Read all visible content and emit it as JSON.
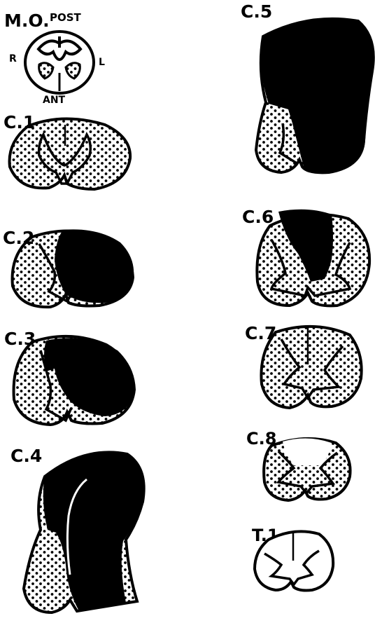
{
  "title": "",
  "orientation": {
    "post": "POST",
    "ant": "ANT",
    "right": "R",
    "left": "L"
  },
  "sections": [
    {
      "id": "mo",
      "label": "M.O."
    },
    {
      "id": "c1",
      "label": "C.1"
    },
    {
      "id": "c2",
      "label": "C.2"
    },
    {
      "id": "c3",
      "label": "C.3"
    },
    {
      "id": "c4",
      "label": "C.4"
    },
    {
      "id": "c5",
      "label": "C.5"
    },
    {
      "id": "c6",
      "label": "C.6"
    },
    {
      "id": "c7",
      "label": "C.7"
    },
    {
      "id": "c8",
      "label": "C.8"
    },
    {
      "id": "t1",
      "label": "T.1"
    }
  ],
  "colors": {
    "lesion": "#000000",
    "outline": "#000000",
    "background": "#ffffff"
  }
}
